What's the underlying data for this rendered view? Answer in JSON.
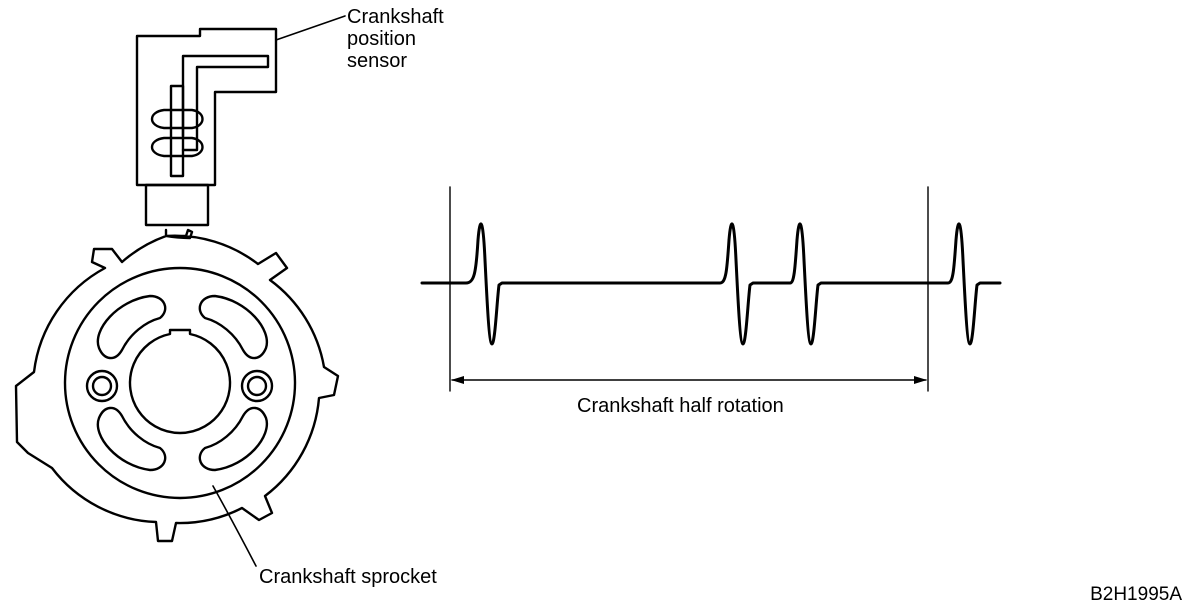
{
  "labels": {
    "sensor_line1": "Crankshaft",
    "sensor_line2": "position",
    "sensor_line3": "sensor",
    "sprocket": "Crankshaft sprocket",
    "half_rotation": "Crankshaft half rotation",
    "figure_code": "B2H1995A"
  },
  "colors": {
    "ink": "#000000",
    "background": "#ffffff"
  }
}
